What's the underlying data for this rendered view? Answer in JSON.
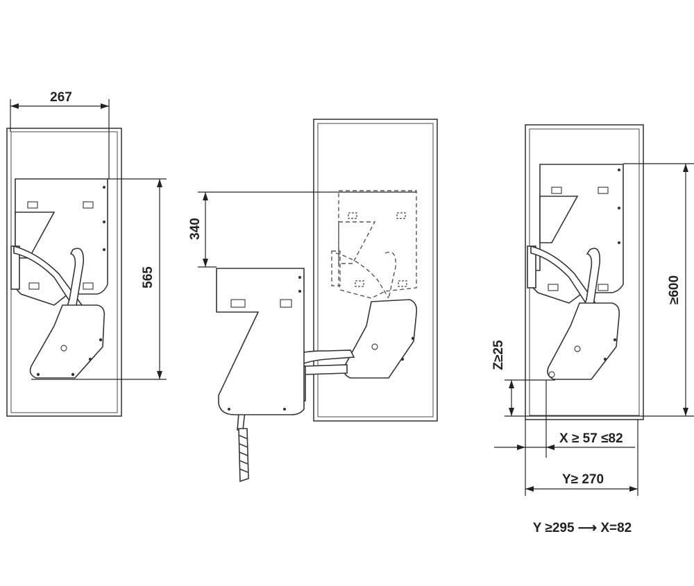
{
  "figure": {
    "panels": [
      {
        "id": "closed",
        "dimensions": {
          "width_label": "267",
          "height_label": "565"
        }
      },
      {
        "id": "lifting",
        "dimensions": {
          "lift_label": "340"
        }
      },
      {
        "id": "installation",
        "dimensions": {
          "height_label": "≥600",
          "z_label": "Z≥25",
          "x_label": "X ≥ 57 ≤82",
          "y_label": "Y≥ 270"
        },
        "note": "Y ≥295 ⟶ X=82"
      }
    ]
  }
}
